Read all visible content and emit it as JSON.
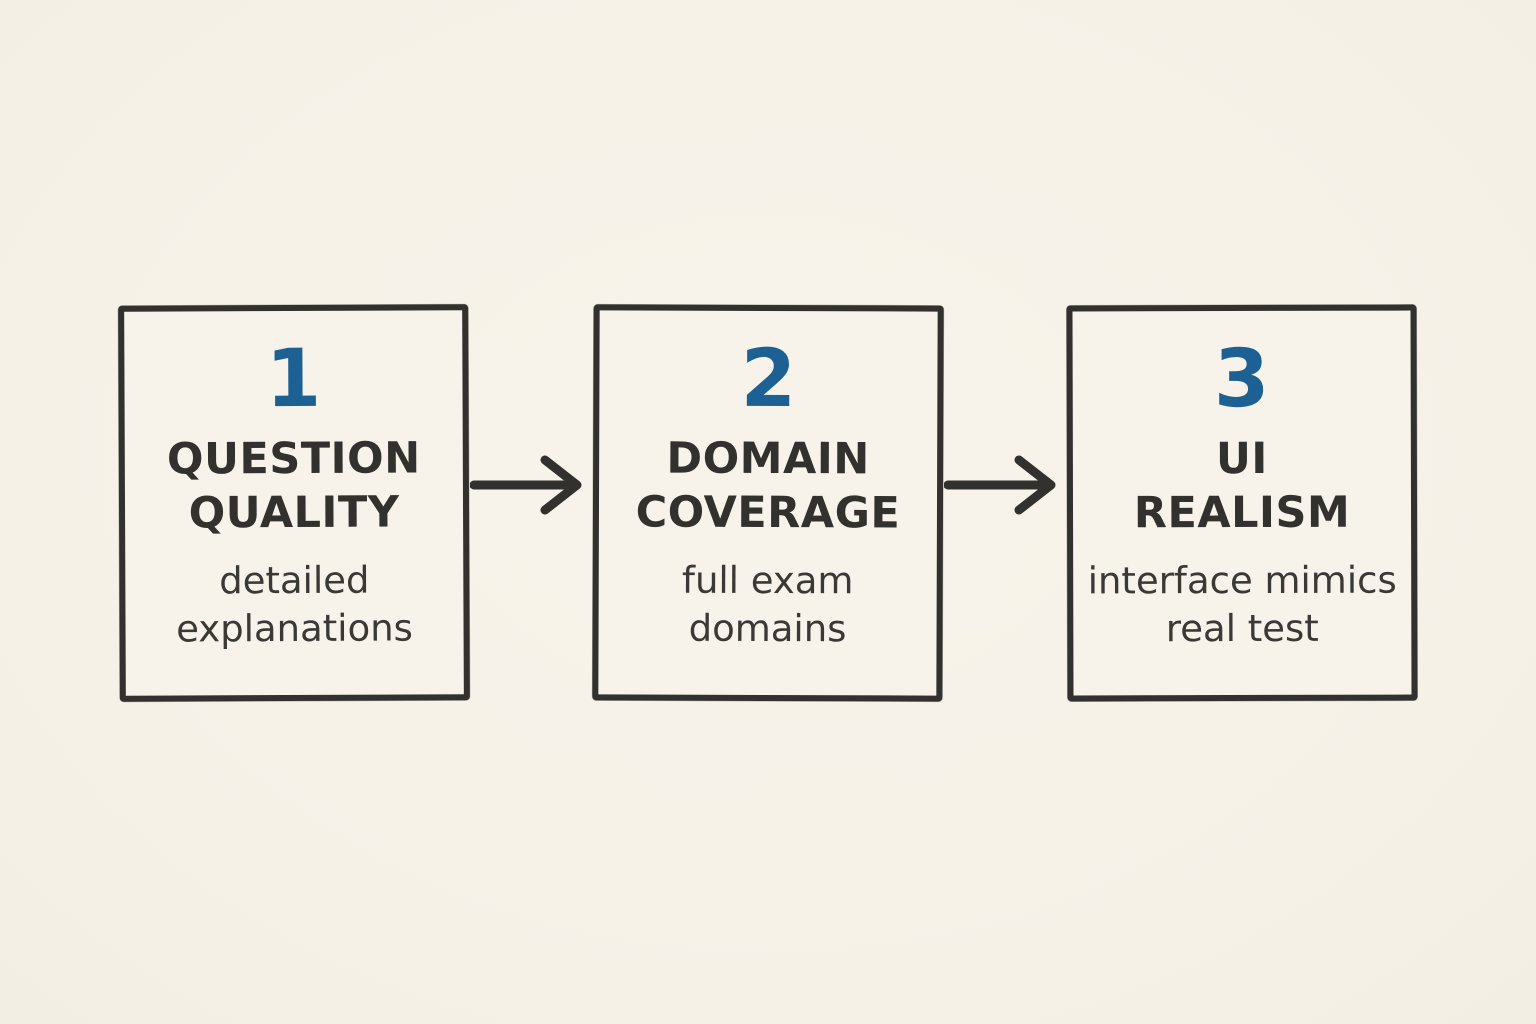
{
  "diagram": {
    "type": "flow",
    "direction": "left-to-right",
    "steps": [
      {
        "number": "1",
        "title": "QUESTION\nQUALITY",
        "subtitle": "detailed\nexplanations"
      },
      {
        "number": "2",
        "title": "DOMAIN\nCOVERAGE",
        "subtitle": "full exam\ndomains"
      },
      {
        "number": "3",
        "title": "UI\nREALISM",
        "subtitle": "interface mimics\nreal test"
      }
    ],
    "connectors": [
      {
        "icon": "arrow-right-icon",
        "from": "step-1",
        "to": "step-2"
      },
      {
        "icon": "arrow-right-icon",
        "from": "step-2",
        "to": "step-3"
      }
    ],
    "colors": {
      "background": "#f6f2e9",
      "box_fill": "#f7f3ea",
      "ink": "#32312e",
      "accent_number_blue": "#1d6093"
    },
    "style": "hand-drawn sketch on paper"
  }
}
